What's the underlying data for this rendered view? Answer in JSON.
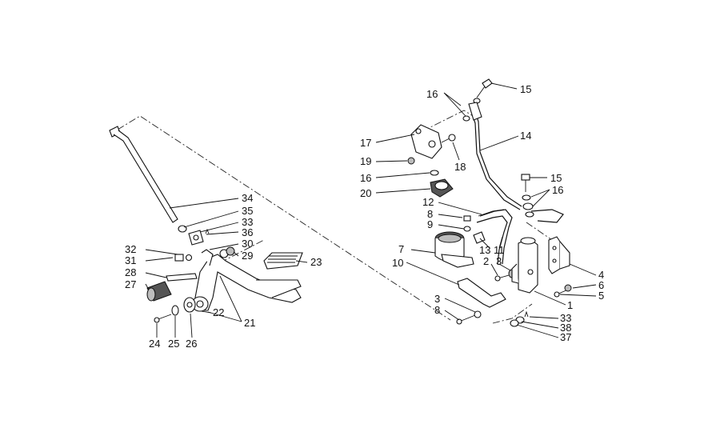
{
  "diagram": {
    "labels": [
      {
        "key": "l34",
        "text": "34"
      },
      {
        "key": "l35",
        "text": "35"
      },
      {
        "key": "l33a",
        "text": "33"
      },
      {
        "key": "l36",
        "text": "36"
      },
      {
        "key": "l30",
        "text": "30"
      },
      {
        "key": "l29",
        "text": "29"
      },
      {
        "key": "l32",
        "text": "32"
      },
      {
        "key": "l31",
        "text": "31"
      },
      {
        "key": "l28",
        "text": "28"
      },
      {
        "key": "l27",
        "text": "27"
      },
      {
        "key": "l23",
        "text": "23"
      },
      {
        "key": "l22",
        "text": "22"
      },
      {
        "key": "l21",
        "text": "21"
      },
      {
        "key": "l24",
        "text": "24"
      },
      {
        "key": "l25",
        "text": "25"
      },
      {
        "key": "l26",
        "text": "26"
      },
      {
        "key": "l16a",
        "text": "16"
      },
      {
        "key": "l15a",
        "text": "15"
      },
      {
        "key": "l14",
        "text": "14"
      },
      {
        "key": "l17",
        "text": "17"
      },
      {
        "key": "l19",
        "text": "19"
      },
      {
        "key": "l18",
        "text": "18"
      },
      {
        "key": "l16b",
        "text": "16"
      },
      {
        "key": "l20",
        "text": "20"
      },
      {
        "key": "l15b",
        "text": "15"
      },
      {
        "key": "l16c",
        "text": "16"
      },
      {
        "key": "l12",
        "text": "12"
      },
      {
        "key": "l8a",
        "text": "8"
      },
      {
        "key": "l9",
        "text": "9"
      },
      {
        "key": "l7",
        "text": "7"
      },
      {
        "key": "l10",
        "text": "10"
      },
      {
        "key": "l13",
        "text": "13"
      },
      {
        "key": "l11",
        "text": "11"
      },
      {
        "key": "l2",
        "text": "2"
      },
      {
        "key": "l3a",
        "text": "3"
      },
      {
        "key": "l4",
        "text": "4"
      },
      {
        "key": "l6",
        "text": "6"
      },
      {
        "key": "l5",
        "text": "5"
      },
      {
        "key": "l1",
        "text": "1"
      },
      {
        "key": "l3b",
        "text": "3"
      },
      {
        "key": "l8b",
        "text": "8"
      },
      {
        "key": "l33b",
        "text": "33"
      },
      {
        "key": "l38",
        "text": "38"
      },
      {
        "key": "l37",
        "text": "37"
      }
    ]
  }
}
